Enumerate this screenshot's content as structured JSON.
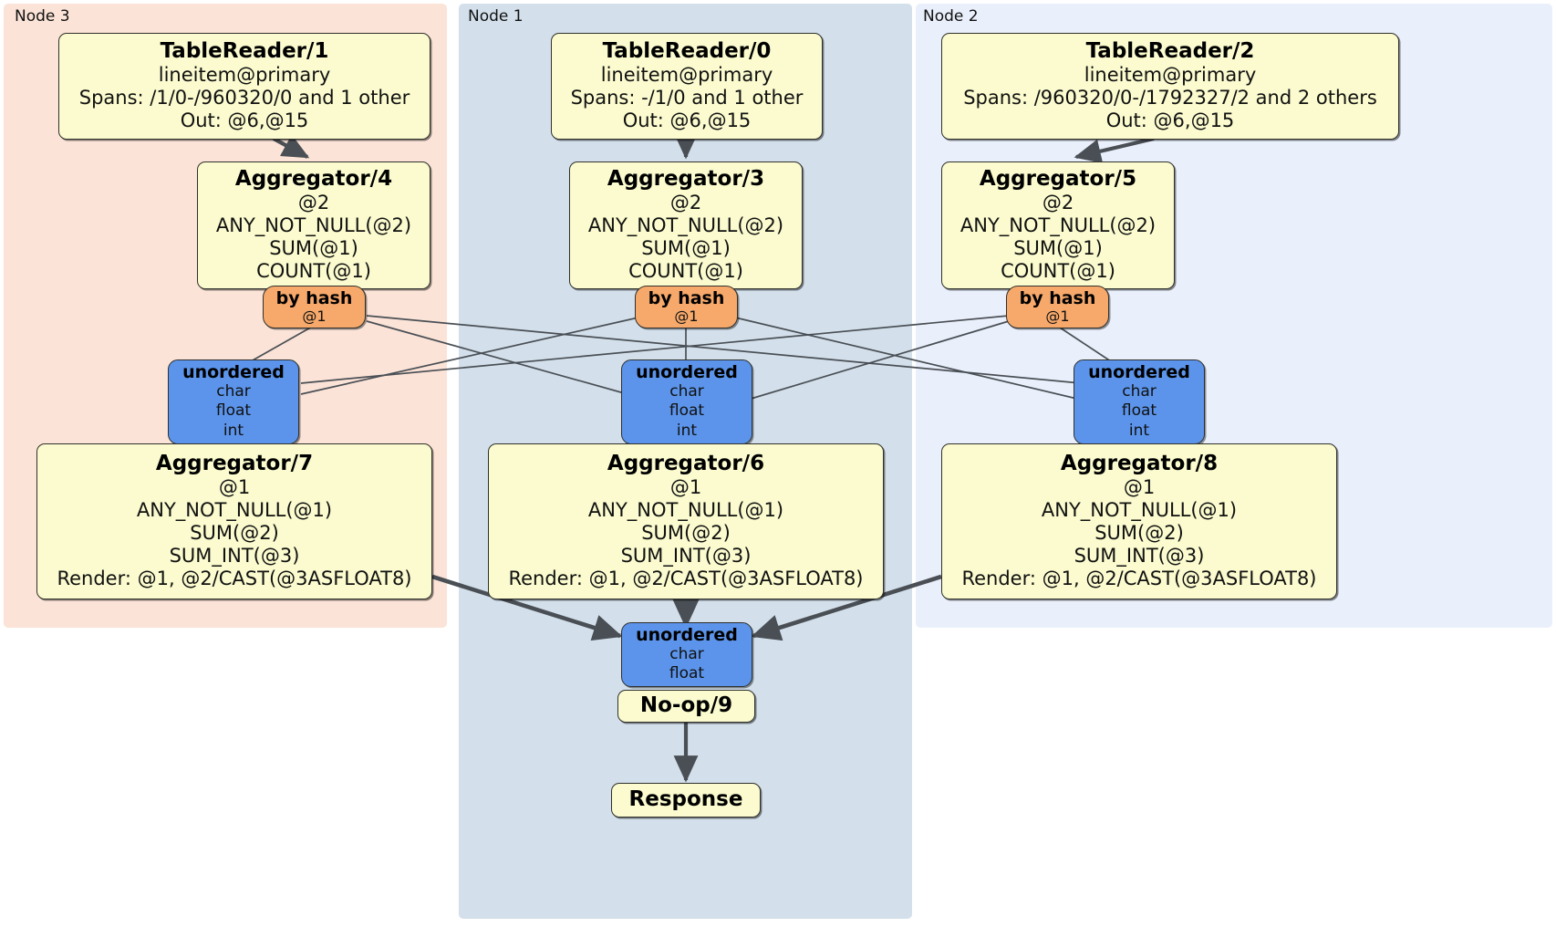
{
  "diagram": {
    "type": "distributed-query-plan",
    "title": "",
    "colors": {
      "node3_panel": "#fbe3d7",
      "node1_panel": "#d3e0eb",
      "node2_panel": "#eaf0fb",
      "processor_fill": "#fbfbcf",
      "router_fill": "#f7a96b",
      "synchronizer_fill": "#5b94ea",
      "edge": "#4a4f55",
      "border": "#30302c"
    }
  },
  "panels": [
    {
      "id": "node3",
      "label": "Node 3"
    },
    {
      "id": "node1",
      "label": "Node 1"
    },
    {
      "id": "node2",
      "label": "Node 2"
    }
  ],
  "nodes": {
    "tablereader_1": {
      "title": "TableReader/1",
      "lines": [
        "lineitem@primary",
        "Spans: /1/0-/960320/0 and 1 other",
        "Out: @6,@15"
      ]
    },
    "tablereader_0": {
      "title": "TableReader/0",
      "lines": [
        "lineitem@primary",
        "Spans: -/1/0 and 1 other",
        "Out: @6,@15"
      ]
    },
    "tablereader_2": {
      "title": "TableReader/2",
      "lines": [
        "lineitem@primary",
        "Spans: /960320/0-/1792327/2 and 2 others",
        "Out: @6,@15"
      ]
    },
    "aggregator_4": {
      "title": "Aggregator/4",
      "lines": [
        "@2",
        "ANY_NOT_NULL(@2)",
        "SUM(@1)",
        "COUNT(@1)"
      ]
    },
    "aggregator_3": {
      "title": "Aggregator/3",
      "lines": [
        "@2",
        "ANY_NOT_NULL(@2)",
        "SUM(@1)",
        "COUNT(@1)"
      ]
    },
    "aggregator_5": {
      "title": "Aggregator/5",
      "lines": [
        "@2",
        "ANY_NOT_NULL(@2)",
        "SUM(@1)",
        "COUNT(@1)"
      ]
    },
    "byhash_left": {
      "title": "by hash",
      "lines": [
        "@1"
      ]
    },
    "byhash_middle": {
      "title": "by hash",
      "lines": [
        "@1"
      ]
    },
    "byhash_right": {
      "title": "by hash",
      "lines": [
        "@1"
      ]
    },
    "unordered_left": {
      "title": "unordered",
      "lines": [
        "char",
        "float",
        "int"
      ]
    },
    "unordered_middle": {
      "title": "unordered",
      "lines": [
        "char",
        "float",
        "int"
      ]
    },
    "unordered_right": {
      "title": "unordered",
      "lines": [
        "char",
        "float",
        "int"
      ]
    },
    "aggregator_7": {
      "title": "Aggregator/7",
      "lines": [
        "@1",
        "ANY_NOT_NULL(@1)",
        "SUM(@2)",
        "SUM_INT(@3)",
        "Render: @1, @2/CAST(@3ASFLOAT8)"
      ]
    },
    "aggregator_6": {
      "title": "Aggregator/6",
      "lines": [
        "@1",
        "ANY_NOT_NULL(@1)",
        "SUM(@2)",
        "SUM_INT(@3)",
        "Render: @1, @2/CAST(@3ASFLOAT8)"
      ]
    },
    "aggregator_8": {
      "title": "Aggregator/8",
      "lines": [
        "@1",
        "ANY_NOT_NULL(@1)",
        "SUM(@2)",
        "SUM_INT(@3)",
        "Render: @1, @2/CAST(@3ASFLOAT8)"
      ]
    },
    "unordered_final": {
      "title": "unordered",
      "lines": [
        "char",
        "float"
      ]
    },
    "noop_9": {
      "title": "No-op/9",
      "lines": []
    },
    "response": {
      "title": "Response",
      "lines": []
    }
  }
}
